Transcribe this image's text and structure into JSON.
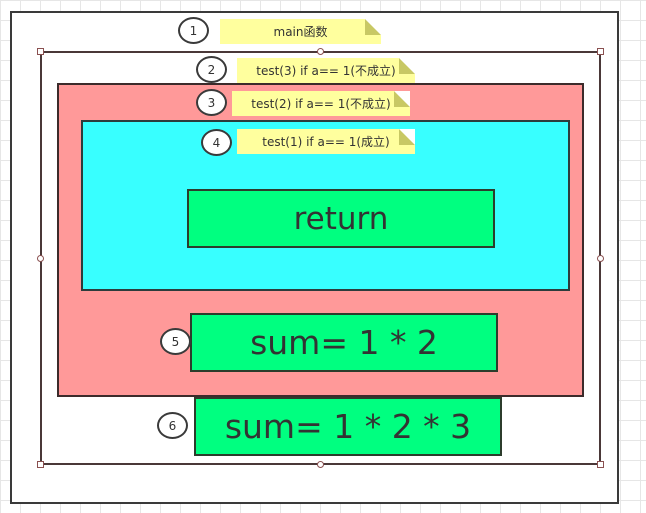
{
  "diagram": {
    "notes": [
      "main函数",
      "test(3) if a== 1(不成立)",
      "test(2) if a== 1(不成立)",
      "test(1) if a== 1(成立)"
    ],
    "steps": [
      "1",
      "2",
      "3",
      "4",
      "5",
      "6"
    ],
    "boxes": {
      "return": "return",
      "sum_level2": "sum= 1 * 2",
      "sum_level3": "sum= 1 * 2 * 3"
    },
    "colors": {
      "test2_frame": "#ff9999",
      "test1_frame": "#38ffff",
      "statement_box": "#00ff80",
      "note": "#ffff9e"
    }
  }
}
